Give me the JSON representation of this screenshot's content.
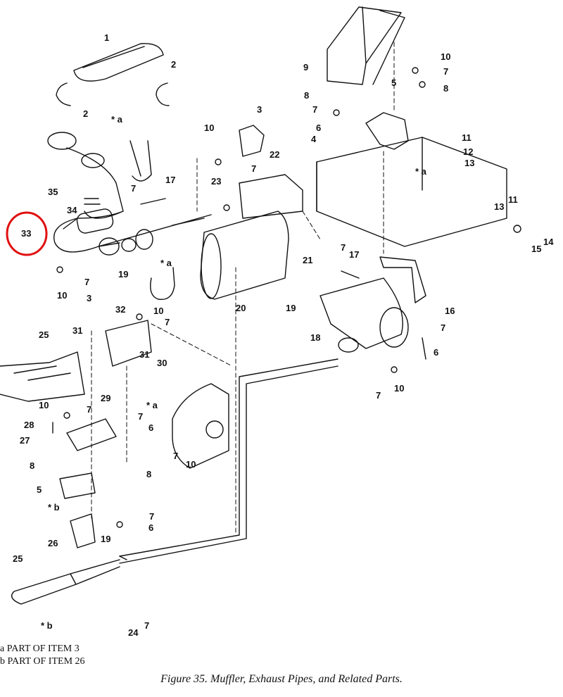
{
  "figure": {
    "caption": "Figure 35.  Muffler, Exhaust Pipes, and Related Parts.",
    "legend": {
      "a": "a PART OF ITEM 3",
      "b": "b PART OF ITEM 26"
    },
    "highlight": {
      "item": "33",
      "color": "#e01010"
    }
  },
  "callouts": {
    "c1": "1",
    "c2a": "2",
    "c2b": "2",
    "c3a": "3",
    "c3b": "3",
    "c4": "4",
    "c5a": "5",
    "c5b": "5",
    "c6a": "6",
    "c6b": "6",
    "c6c": "6",
    "c6d": "6",
    "c7a": "7",
    "c7b": "7",
    "c7c": "7",
    "c7d": "7",
    "c7e": "7",
    "c7f": "7",
    "c7g": "7",
    "c7h": "7",
    "c7i": "7",
    "c7j": "7",
    "c7k": "7",
    "c7l": "7",
    "c7m": "7",
    "c7n": "7",
    "c8a": "8",
    "c8b": "8",
    "c8c": "8",
    "c8d": "8",
    "c9": "9",
    "c10a": "10",
    "c10b": "10",
    "c10c": "10",
    "c10d": "10",
    "c10e": "10",
    "c10f": "10",
    "c10g": "10",
    "c11a": "11",
    "c11b": "11",
    "c12": "12",
    "c13a": "13",
    "c13b": "13",
    "c14": "14",
    "c15": "15",
    "c16": "16",
    "c17a": "17",
    "c17b": "17",
    "c18": "18",
    "c19a": "19",
    "c19b": "19",
    "c19c": "19",
    "c20": "20",
    "c21": "21",
    "c22": "22",
    "c23": "23",
    "c24": "24",
    "c25a": "25",
    "c25b": "25",
    "c26": "26",
    "c27": "27",
    "c28": "28",
    "c29": "29",
    "c30": "30",
    "c31a": "31",
    "c31b": "31",
    "c32": "32",
    "c33": "33",
    "c34": "34",
    "c35": "35",
    "sa1": "* a",
    "sa2": "* a",
    "sa3": "* a",
    "sa4": "* a",
    "sb1": "* b",
    "sb2": "* b"
  }
}
